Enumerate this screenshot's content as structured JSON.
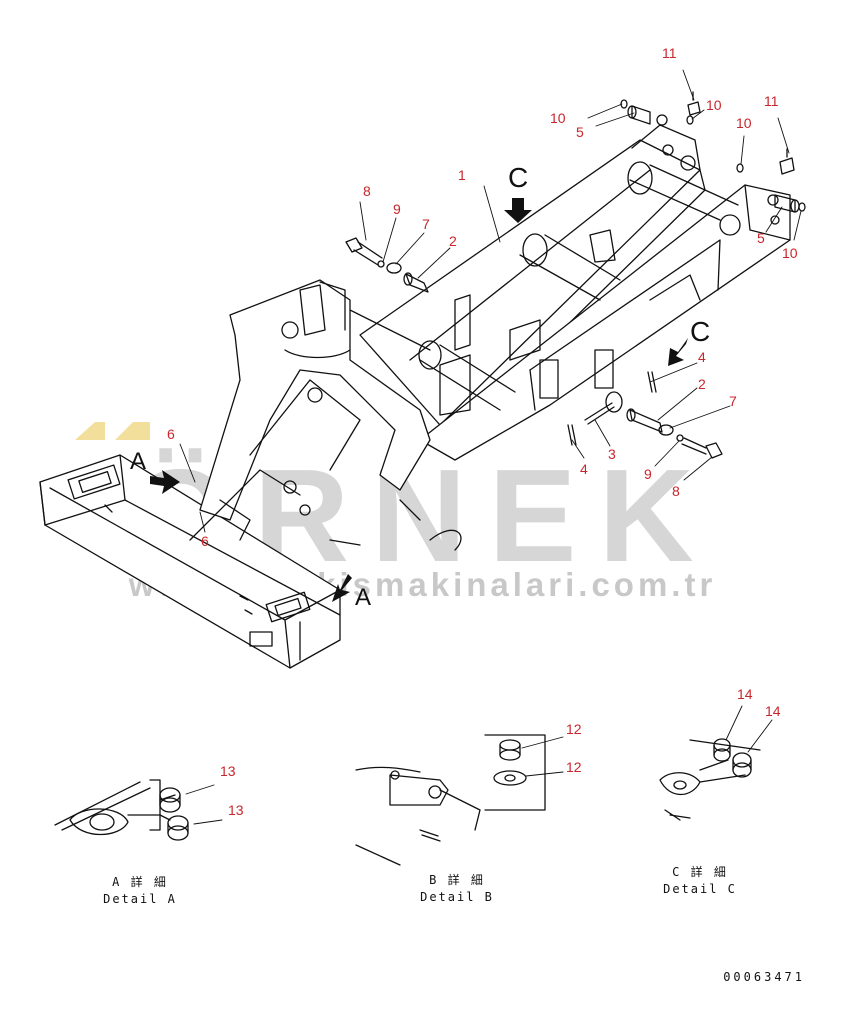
{
  "watermark": {
    "brand": "ÖRNEK",
    "url": "www.ornekismakinalari.com.tr",
    "color": "#d0d0d0",
    "accent": "#f3df9c"
  },
  "line_color": "#111111",
  "callout_color": "#c8262c",
  "callouts": {
    "c1": "1",
    "c2a": "2",
    "c2b": "2",
    "c3": "3",
    "c4a": "4",
    "c4b": "4",
    "c5a": "5",
    "c5b": "5",
    "c6a": "6",
    "c6b": "6",
    "c7a": "7",
    "c7b": "7",
    "c8a": "8",
    "c8b": "8",
    "c9a": "9",
    "c9b": "9",
    "c10a": "10",
    "c10b": "10",
    "c10c": "10",
    "c10d": "10",
    "c11a": "11",
    "c11b": "11",
    "c12a": "12",
    "c12b": "12",
    "c13a": "13",
    "c13b": "13",
    "c14a": "14",
    "c14b": "14"
  },
  "view_markers": {
    "a1": "A",
    "a2": "A",
    "c1": "C",
    "c2": "C"
  },
  "details": {
    "a": {
      "jp": "A 詳 細",
      "en": "Detail A"
    },
    "b": {
      "jp": "B 詳 細",
      "en": "Detail B"
    },
    "c": {
      "jp": "C 詳 細",
      "en": "Detail C"
    }
  },
  "drawing_number": "00063471"
}
